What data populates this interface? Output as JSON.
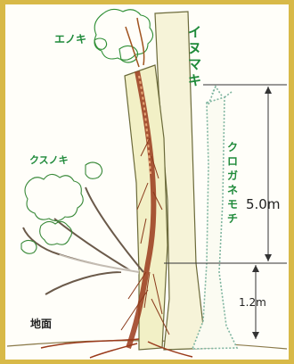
{
  "labels": {
    "enoki": "エノキ",
    "inumaki": "イヌマキ",
    "kusunoki": "クスノキ",
    "kurogane_mochi": "クロガネモチ",
    "ground": "地面"
  },
  "measurements": {
    "upper_height": "5.0m",
    "lower_height": "1.2m"
  },
  "colors": {
    "frame": "#d8b948",
    "label_green": "#1f8a3a",
    "trunk_fill": "#f2f0c6",
    "inumaki_fill": "#f6f3d8",
    "foliage": "#2f8f35",
    "root": "#9a3a1b",
    "measure_line": "#333333"
  }
}
